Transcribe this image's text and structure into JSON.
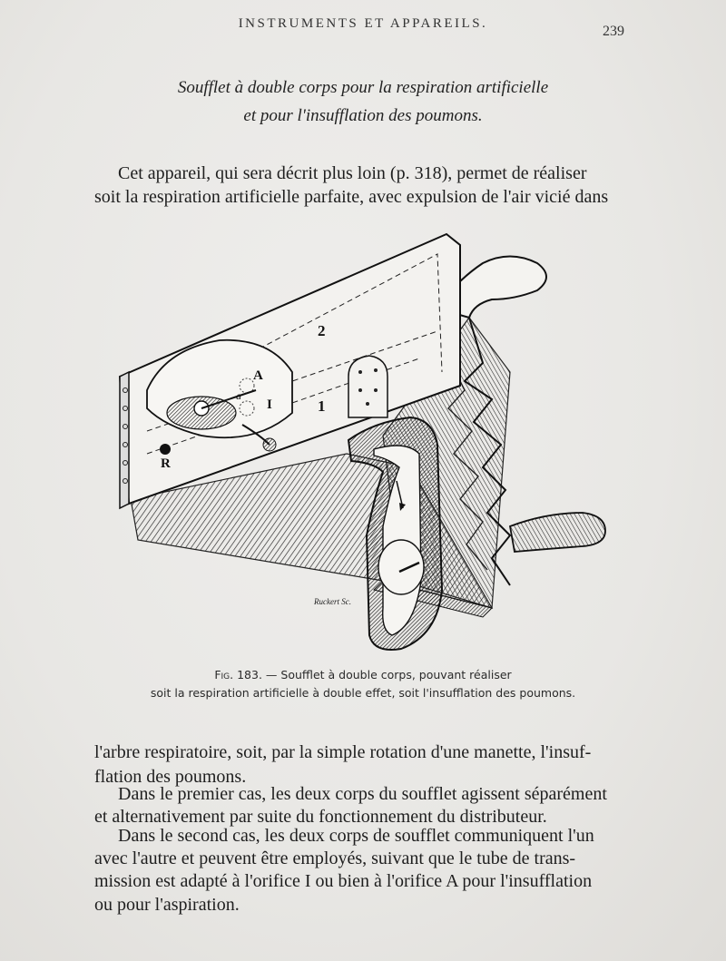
{
  "header": {
    "running_head": "INSTRUMENTS ET APPAREILS.",
    "page_number": "239"
  },
  "section": {
    "title_line1": "Soufflet à double corps pour la respiration artificielle",
    "title_line2": "et pour l'insufflation des poumons."
  },
  "paragraph1": {
    "line1": "Cet appareil, qui sera décrit plus loin (p. 318), permet de réaliser",
    "line2": "soit la respiration artificielle parfaite, avec expulsion de l'air vicié dans"
  },
  "figure": {
    "engraver_signature": "Ruckert Sc.",
    "labels": {
      "chamber_upper": "2",
      "chamber_lower": "1",
      "orifice_a": "A",
      "orifice_i": "I",
      "orifice_r": "R",
      "letter_a_small": "a"
    },
    "caption_fig": "Fig. 183.",
    "caption_line1": " — Soufflet à double corps, pouvant réaliser",
    "caption_line2": "soit la respiration artificielle à double effet, soit l'insufflation des poumons."
  },
  "paragraph2": {
    "line1": "l'arbre respiratoire, soit, par la simple rotation d'une manette, l'insuf-",
    "line2": "flation des poumons."
  },
  "paragraph3": {
    "line1": "Dans le premier cas, les deux corps du soufflet agissent séparément",
    "line2": "et alternativement par suite du fonctionnement du distributeur."
  },
  "paragraph4": {
    "line1": "Dans le second cas, les deux corps de soufflet communiquent l'un",
    "line2": "avec l'autre et peuvent être employés, suivant que le tube de trans-",
    "line3": "mission est adapté à l'orifice I ou bien à l'orifice A pour l'insufflation",
    "line4": "ou pour l'aspiration."
  }
}
